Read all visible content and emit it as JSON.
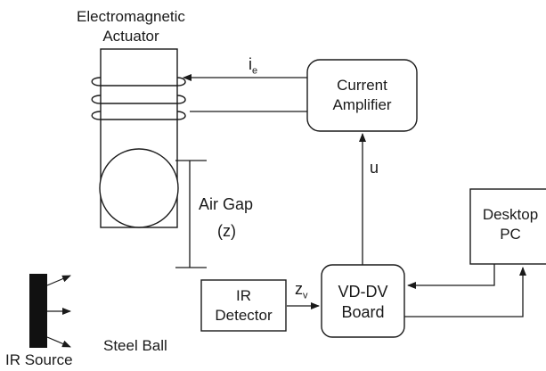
{
  "actuator": {
    "line1": "Electromagnetic",
    "line2": "Actuator"
  },
  "current_signal": {
    "symbol": "i",
    "subscript": "e"
  },
  "amplifier": {
    "line1": "Current",
    "line2": "Amplifier"
  },
  "control_signal": "u",
  "desktop": {
    "line1": "Desktop",
    "line2": "PC"
  },
  "air_gap": {
    "line1": "Air Gap",
    "line2": "(z)"
  },
  "detector": {
    "line1": "IR",
    "line2": "Detector"
  },
  "sensor_signal": {
    "symbol": "z",
    "subscript": "v"
  },
  "board": {
    "line1": "VD-DV",
    "line2": "Board"
  },
  "steel_ball_label": "Steel Ball",
  "ir_source_label": "IR Source",
  "colors": {
    "stroke": "#1a1a1a",
    "source_fill": "#111111",
    "background": "#ffffff"
  }
}
